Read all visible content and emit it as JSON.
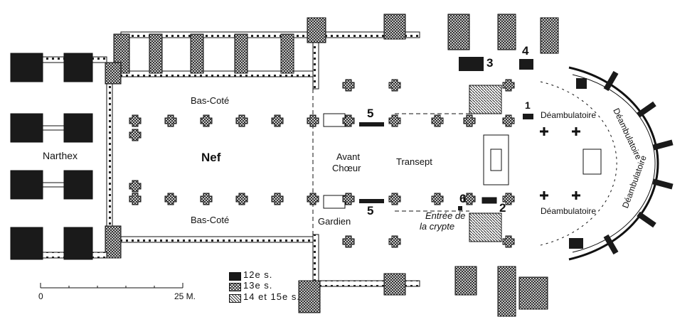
{
  "labels": {
    "narthex": "Narthex",
    "nef": "Nef",
    "bas_cote_top": "Bas-Coté",
    "bas_cote_bottom": "Bas-Coté",
    "avant_choeur_1": "Avant",
    "avant_choeur_2": "Chœur",
    "transept": "Transept",
    "gardien": "Gardien",
    "entree_crypte_1": "Entrée de",
    "entree_crypte_2": "la crypte",
    "deambulatoire_top": "Déambulatoire",
    "deambulatoire_bottom": "Déambulatoire",
    "deambulatoire_apse_top": "Déambulatoire",
    "deambulatoire_apse_bottom": "Déambulatoire"
  },
  "markers": [
    "1",
    "2",
    "3",
    "4",
    "5",
    "5",
    "6"
  ],
  "scale": {
    "start": "0",
    "end": "25 M."
  },
  "legend": [
    {
      "label": "12e s.",
      "pattern": "solid",
      "color": "#1a1a1a"
    },
    {
      "label": "13e s.",
      "pattern": "crosshatch",
      "color": "#555555"
    },
    {
      "label": "14 et 15e s.",
      "pattern": "diagonal",
      "color": "#555555"
    }
  ]
}
